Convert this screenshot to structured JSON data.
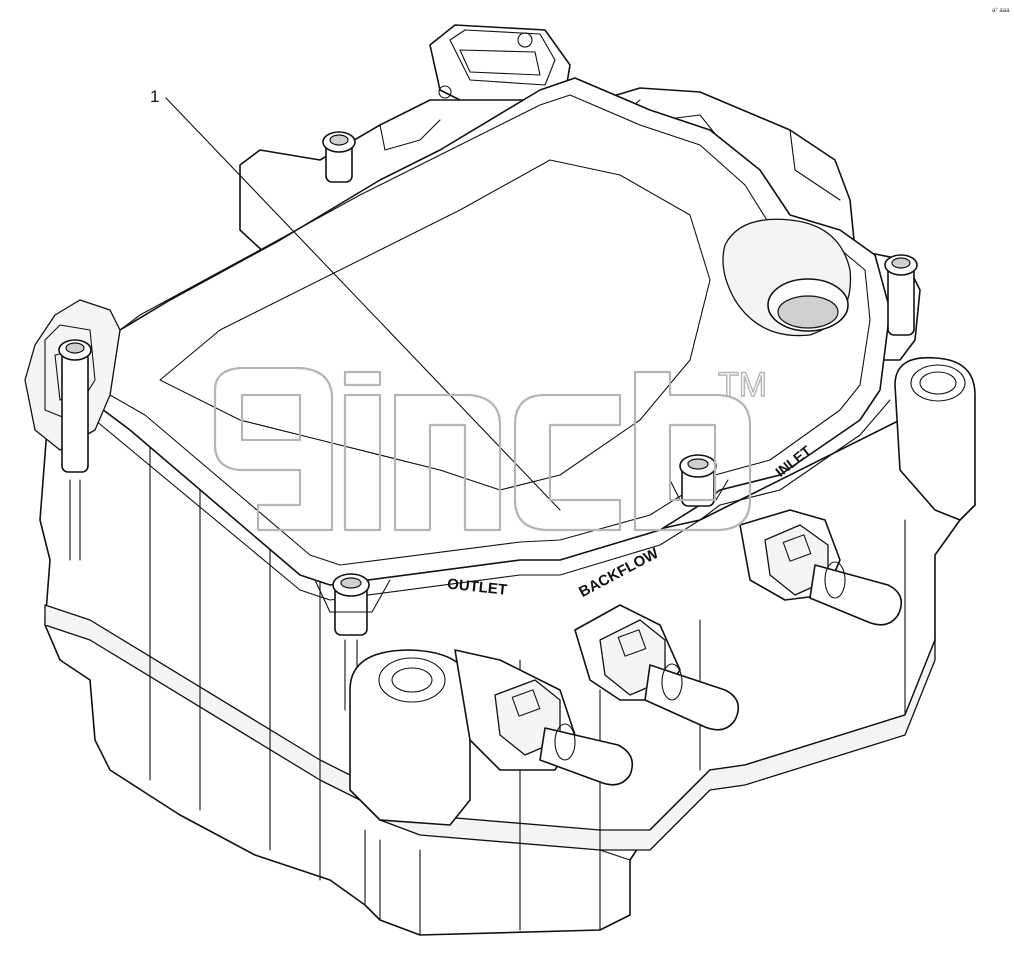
{
  "diagram": {
    "callout_number": "1",
    "port_labels": {
      "outlet": "OUTLET",
      "backflow": "BACKFLOW",
      "inlet": "INLET"
    },
    "watermark_trademark": "TM",
    "corner_mark": "a° aaa"
  }
}
